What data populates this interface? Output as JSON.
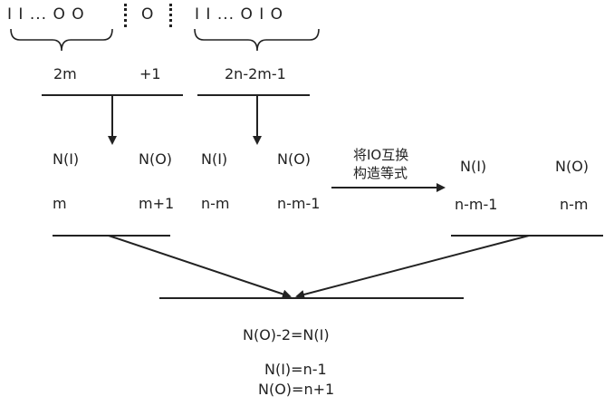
{
  "sequence": {
    "left": "I I ... O O",
    "middle": "O",
    "right": "I I ... O I O"
  },
  "braces": {
    "left_label": "2m",
    "middle_label": "+1",
    "right_label": "2n-2m-1"
  },
  "group_a": {
    "header_i": "N(I)",
    "header_o": "N(O)",
    "val_i": "m",
    "val_o": "m+1"
  },
  "group_b": {
    "header_i": "N(I)",
    "header_o": "N(O)",
    "val_i": "n-m",
    "val_o": "n-m-1"
  },
  "swap_label": {
    "line1": "将IO互换",
    "line2": "构造等式"
  },
  "group_c": {
    "header_i": "N(I)",
    "header_o": "N(O)",
    "val_i": "n-m-1",
    "val_o": "n-m"
  },
  "results": {
    "equation": "N(O)-2=N(I)",
    "ni": "N(I)=n-1",
    "no": "N(O)=n+1"
  },
  "colors": {
    "ink": "#222222",
    "background": "#ffffff"
  }
}
